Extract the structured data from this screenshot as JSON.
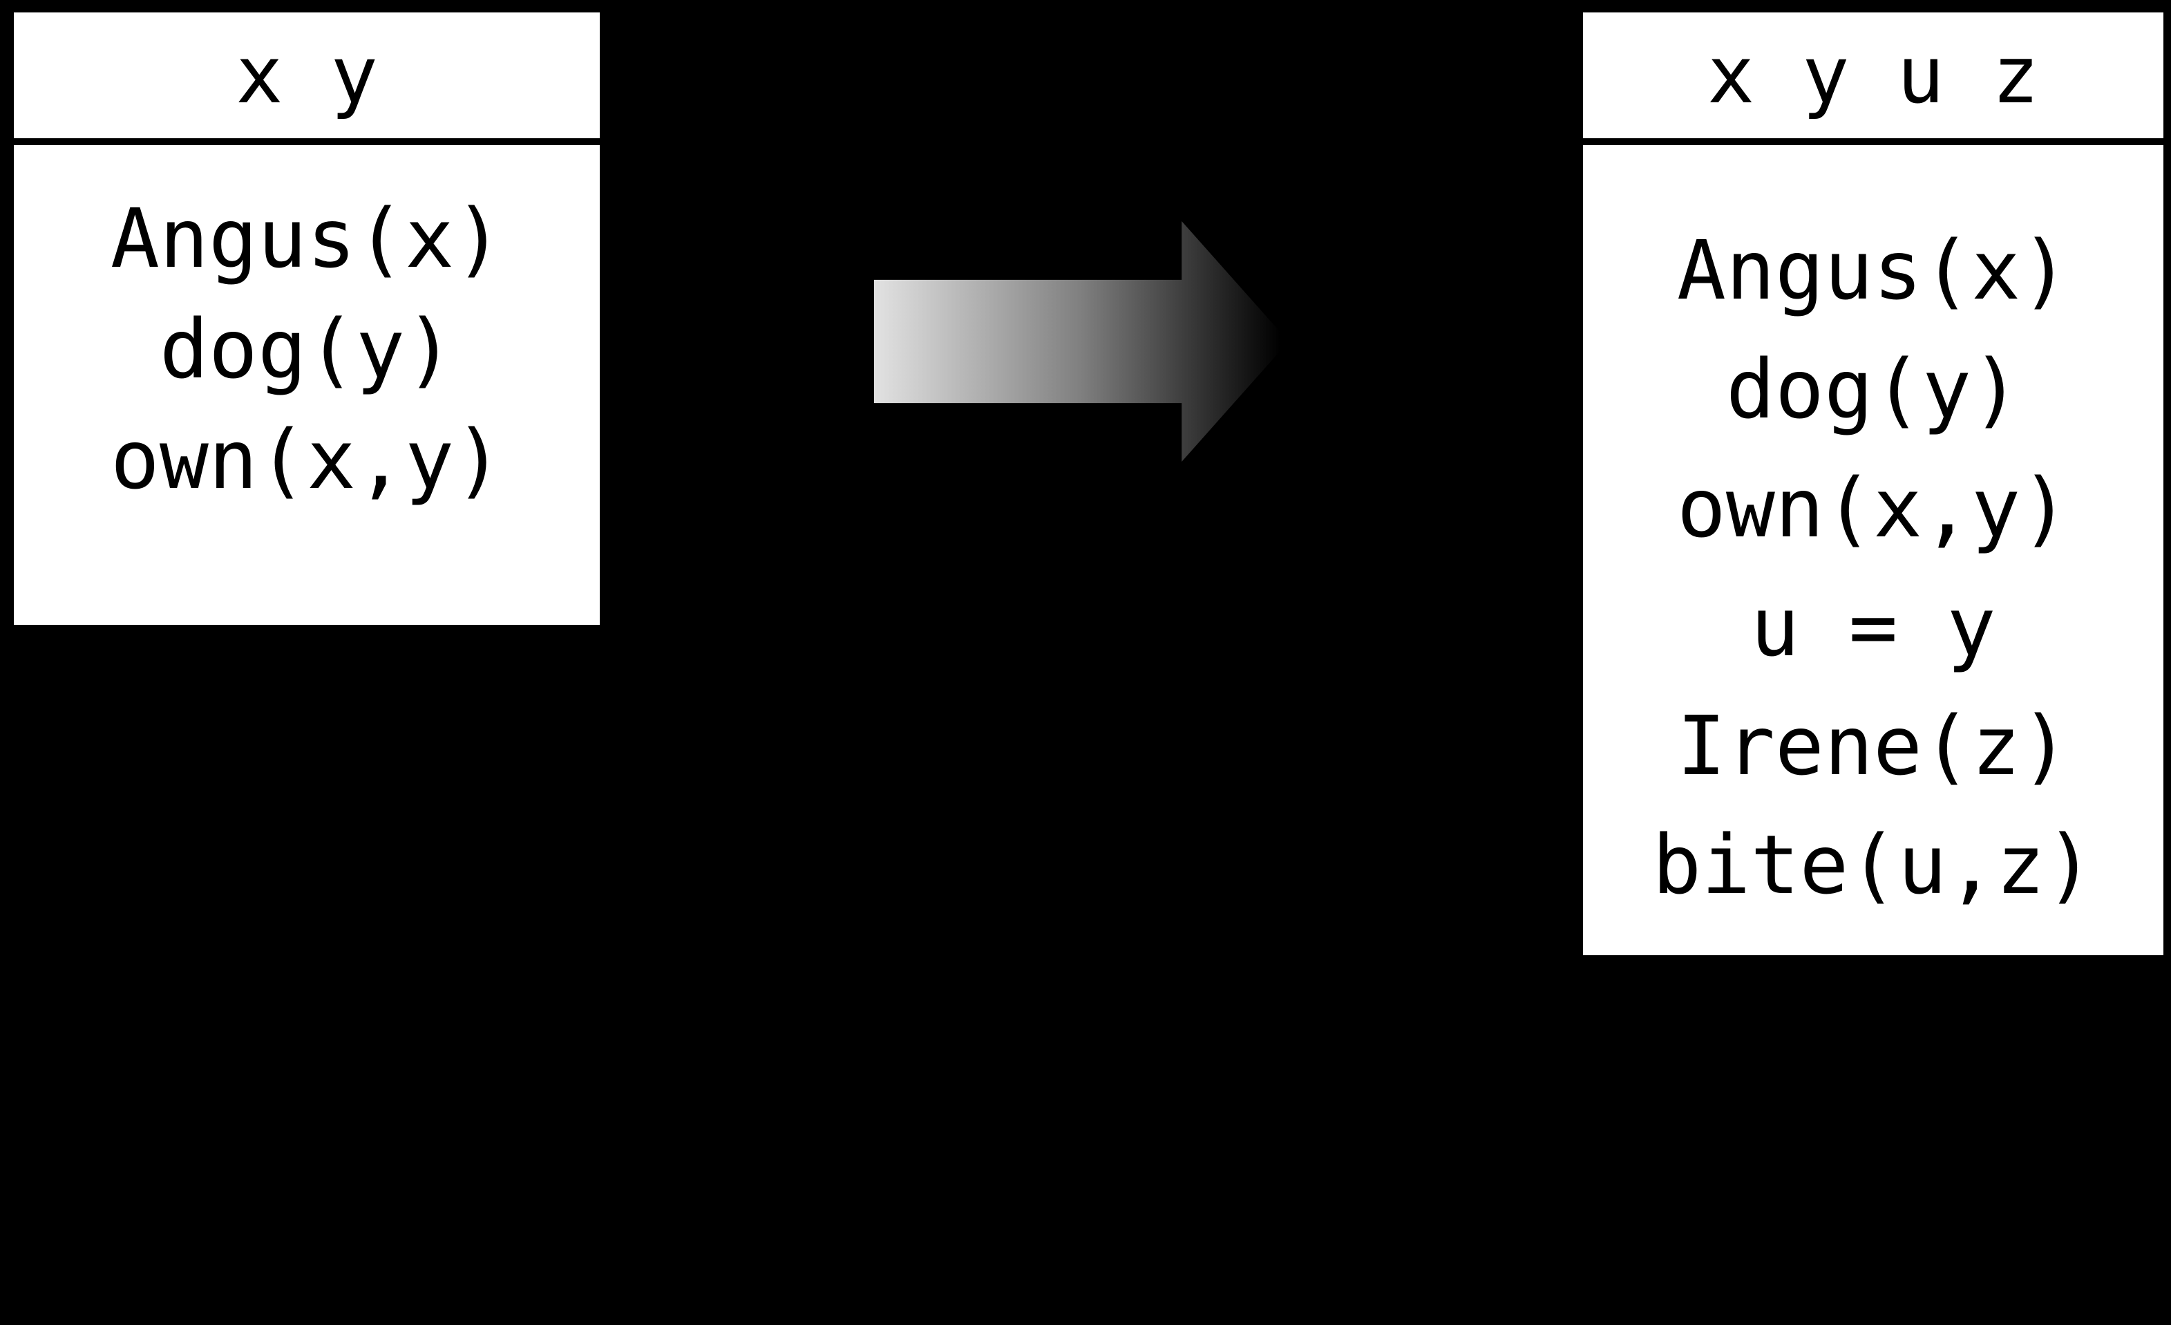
{
  "left_box": {
    "header": "x y",
    "conditions": [
      "Angus(x)",
      "dog(y)",
      "own(x,y)"
    ]
  },
  "right_box": {
    "header": "x y u z",
    "conditions": [
      "Angus(x)",
      "dog(y)",
      "own(x,y)",
      "u = y",
      "Irene(z)",
      "bite(u,z)"
    ]
  },
  "arrow": {
    "direction": "right"
  },
  "colors": {
    "background": "#000000",
    "box_fill": "#ffffff",
    "box_text": "#000000",
    "divider": "#000000",
    "arrow_gradient_start": "#e2e2e2",
    "arrow_gradient_end": "#000000"
  }
}
